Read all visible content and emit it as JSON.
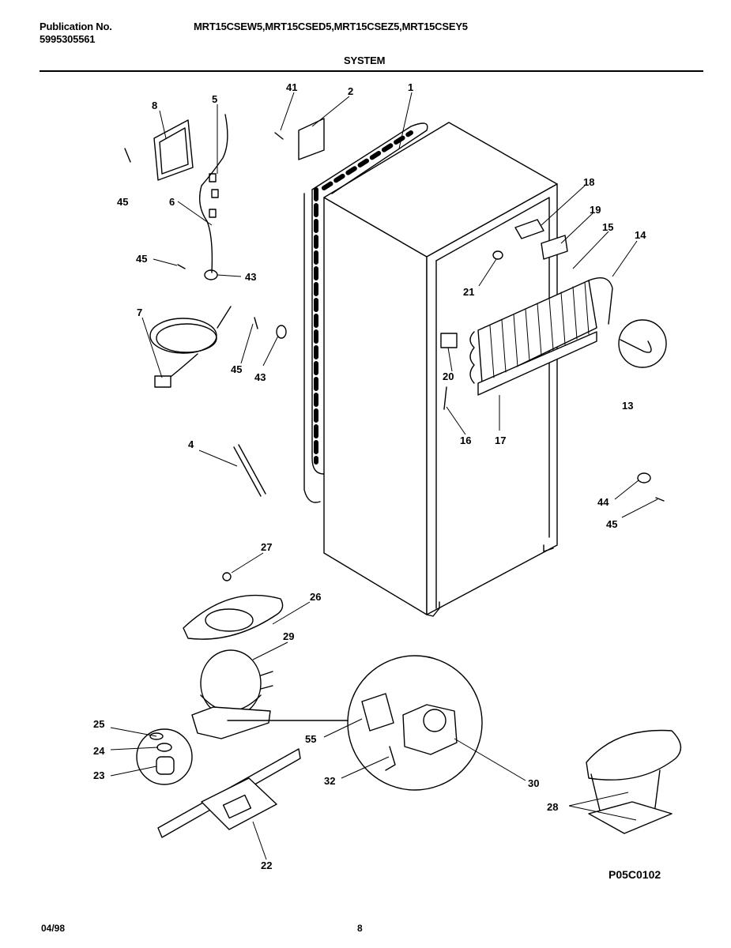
{
  "header": {
    "publication_label": "Publication No.",
    "publication_number": "5995305561",
    "models": "MRT15CSEW5,MRT15CSED5,MRT15CSEZ5,MRT15CSEY5",
    "section_title": "SYSTEM"
  },
  "callouts": [
    {
      "id": "c1",
      "text": "1"
    },
    {
      "id": "c2",
      "text": "2"
    },
    {
      "id": "c41",
      "text": "41"
    },
    {
      "id": "c5",
      "text": "5"
    },
    {
      "id": "c8",
      "text": "8"
    },
    {
      "id": "c45a",
      "text": "45"
    },
    {
      "id": "c6",
      "text": "6"
    },
    {
      "id": "c45b",
      "text": "45"
    },
    {
      "id": "c43a",
      "text": "43"
    },
    {
      "id": "c7",
      "text": "7"
    },
    {
      "id": "c45c",
      "text": "45"
    },
    {
      "id": "c43b",
      "text": "43"
    },
    {
      "id": "c18",
      "text": "18"
    },
    {
      "id": "c19",
      "text": "19"
    },
    {
      "id": "c15",
      "text": "15"
    },
    {
      "id": "c14",
      "text": "14"
    },
    {
      "id": "c21",
      "text": "21"
    },
    {
      "id": "c20",
      "text": "20"
    },
    {
      "id": "c13",
      "text": "13"
    },
    {
      "id": "c16",
      "text": "16"
    },
    {
      "id": "c17",
      "text": "17"
    },
    {
      "id": "c4",
      "text": "4"
    },
    {
      "id": "c44",
      "text": "44"
    },
    {
      "id": "c45d",
      "text": "45"
    },
    {
      "id": "c27",
      "text": "27"
    },
    {
      "id": "c26",
      "text": "26"
    },
    {
      "id": "c29",
      "text": "29"
    },
    {
      "id": "c25",
      "text": "25"
    },
    {
      "id": "c24",
      "text": "24"
    },
    {
      "id": "c23",
      "text": "23"
    },
    {
      "id": "c55",
      "text": "55"
    },
    {
      "id": "c32",
      "text": "32"
    },
    {
      "id": "c30",
      "text": "30"
    },
    {
      "id": "c28",
      "text": "28"
    },
    {
      "id": "c22",
      "text": "22"
    }
  ],
  "diagram_code": "P05C0102",
  "footer": {
    "date": "04/98",
    "page": "8"
  }
}
